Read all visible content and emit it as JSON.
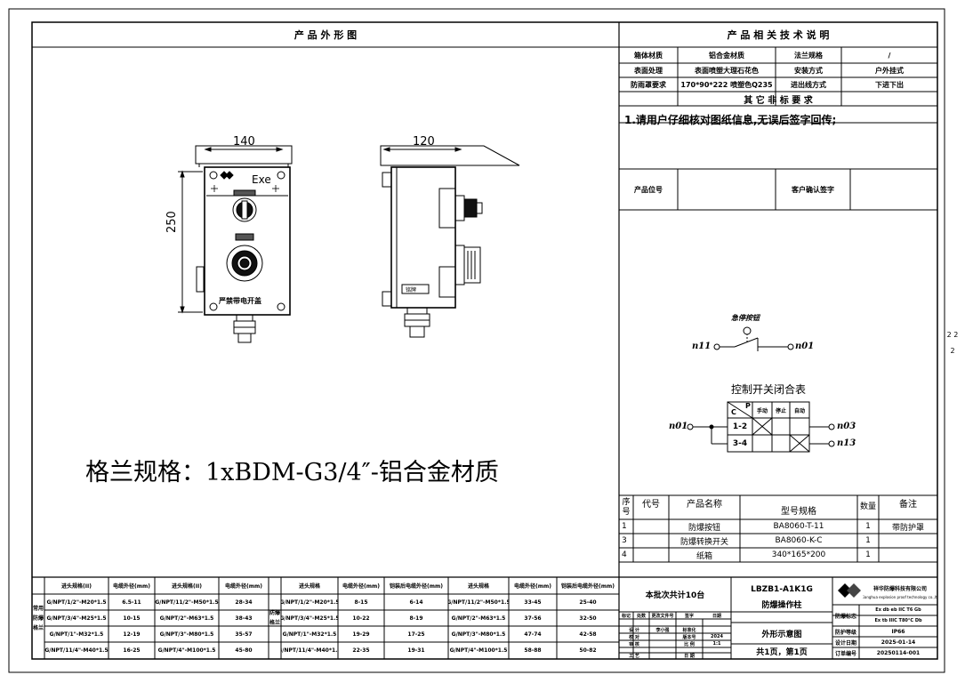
{
  "titles": {
    "outline": "产 品 外 形 图",
    "tech": "产 品 相 关 技 术 说 明",
    "other_req": "其 它 非 标 要 求"
  },
  "tech_rows": [
    [
      "箱体材质",
      "铝合金材质",
      "法兰规格",
      "/"
    ],
    [
      "表面处理",
      "表面喷塑大理石花色",
      "安装方式",
      "户外挂式"
    ],
    [
      "防雨罩要求",
      "170*90*222 喷塑色Q235",
      "进出线方式",
      "下进下出"
    ]
  ],
  "note": "1.请用户仔细核对图纸信息,无误后签字回传;",
  "position_label": "产品位号",
  "sign_label": "客户确认签字",
  "dims": {
    "width_front": "140",
    "width_side": "120",
    "height": "250"
  },
  "device": {
    "exe_mark": "Exe",
    "product_label": "严禁带电开盖",
    "side_plate": "铭牌"
  },
  "gland_spec": "格兰规格：1xBDM-G3/4″-铝合金材质",
  "circuit": {
    "estop_label": "急停按钮",
    "t1": "n11",
    "t2": "n01",
    "table_title": "控制开关闭合表",
    "in_terminal": "n01",
    "out1": "n03",
    "out2": "n13",
    "col_c": "C",
    "col_p": "P",
    "modes": [
      "手动",
      "停止",
      "自动"
    ],
    "rows": [
      "1-2",
      "3-4"
    ]
  },
  "bom": {
    "headers": [
      "序号",
      "代号",
      "产品名称",
      "型号规格",
      "数量",
      "备注"
    ],
    "rows": [
      [
        "1",
        "",
        "防爆按钮",
        "BA8060-T-11",
        "1",
        "带防护罩"
      ],
      [
        "3",
        "",
        "防爆转换开关",
        "BA8060-K-C",
        "1",
        ""
      ],
      [
        "4",
        "",
        "纸箱",
        "340*165*200",
        "1",
        ""
      ]
    ]
  },
  "cable_table": {
    "side_label_1": "常用防爆格兰",
    "side_label_2": "防爆格兰",
    "headers_a": [
      "进头规格(II)",
      "电缆外径(mm)",
      "进头规格(II)",
      "电缆外径(mm)"
    ],
    "rows_a": [
      [
        "G/NPT/1/2\"-M20*1.5",
        "6.5-11",
        "G/NPT/11/2\"-M50*1.5",
        "28-34"
      ],
      [
        "G/NPT/3/4\"-M25*1.5",
        "10-15",
        "G/NPT/2\"-M63*1.5",
        "38-43"
      ],
      [
        "G/NPT/1\"-M32*1.5",
        "12-19",
        "G/NPT/3\"-M80*1.5",
        "35-57"
      ],
      [
        "G/NPT/11/4\"-M40*1.5",
        "16-25",
        "G/NPT/4\"-M100*1.5",
        "45-80"
      ]
    ],
    "headers_b": [
      "进头规格",
      "电缆外径(mm)",
      "铠装后电缆外径(mm)",
      "进头规格",
      "电缆外径(mm)",
      "铠装后电缆外径(mm)"
    ],
    "rows_b": [
      [
        "G/NPT/1/2\"-M20*1.5",
        "8-15",
        "6-14",
        "G/NPT/11/2\"-M50*1.5",
        "33-45",
        "25-40"
      ],
      [
        "G/NPT/3/4\"-M25*1.5",
        "10-22",
        "8-19",
        "G/NPT/2\"-M63*1.5",
        "37-56",
        "32-50"
      ],
      [
        "G/NPT/1\"-M32*1.5",
        "19-29",
        "17-25",
        "G/NPT/3\"-M80*1.5",
        "47-74",
        "42-58"
      ],
      [
        "G/NPT/11/4\"-M40*1.5",
        "22-35",
        "19-31",
        "G/NPT/4\"-M100*1.5",
        "58-88",
        "50-82"
      ]
    ]
  },
  "title_block": {
    "batch": "本批次共计10台",
    "model": "LBZB1-A1K1G",
    "name": "防爆操作柱",
    "company": "祥华防爆科技有限公司",
    "company_en": "Xianghua explosion proof technology co.,ltd",
    "drawing": "外形示意图",
    "pages": "共1页，第1页",
    "rev_headers": [
      "标记",
      "处数",
      "更改文件号",
      "签字",
      "日期"
    ],
    "left_labels": [
      "设 计",
      "校 对",
      "审 核",
      "工 艺"
    ],
    "designer": "李小强",
    "std": "标准化",
    "version_label": "版本号",
    "version": "2024",
    "scale_label": "比 例",
    "scale": "1:1",
    "date_label": "日 期",
    "mark_label": "防爆标志",
    "mark_1": "Ex db eb IIC T6 Gb",
    "mark_2": "Ex tb IIIC T80°C Db",
    "ip_label": "防护等级",
    "ip": "IP66",
    "date2_label": "设计日期",
    "date2": "2025-01-14",
    "order_label": "订单编号",
    "order": "20250114-001"
  },
  "margin_marks": [
    "2 2",
    "2"
  ]
}
